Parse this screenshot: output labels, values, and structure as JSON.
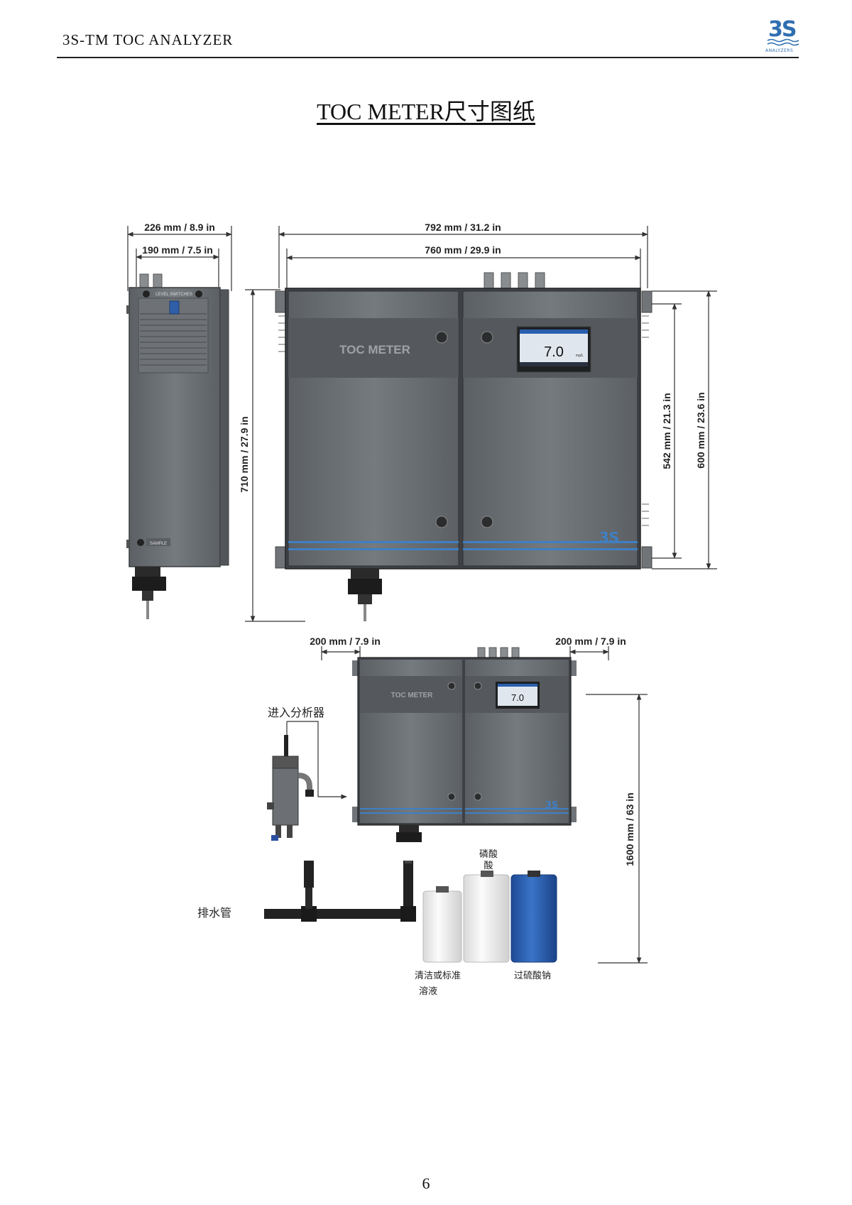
{
  "header": {
    "title": "3S-TM TOC ANALYZER",
    "logo_text": "3S",
    "logo_subtext": "ANALYZERS"
  },
  "document": {
    "title": "TOC METER尺寸图纸",
    "page_number": "6"
  },
  "dimensions": {
    "side_outer_width": "226 mm / 8.9 in",
    "side_inner_width": "190 mm / 7.5 in",
    "front_outer_width": "792 mm / 31.2 in",
    "front_inner_width": "760 mm / 29.9 in",
    "overall_height": "710 mm / 27.9 in",
    "inner_height": "542 mm / 21.3 in",
    "outer_height": "600 mm / 23.6 in",
    "left_clearance": "200 mm / 7.9 in",
    "right_clearance": "200 mm / 7.9 in",
    "mount_height": "1600 mm / 63 in"
  },
  "device": {
    "label": "TOC METER",
    "display_value": "7.0",
    "display_unit": "mg/L",
    "side_panel_label": "LEVEL SWITCHES",
    "sample_label": "SAMPLE",
    "brand": "3S"
  },
  "labels": {
    "inlet": "进入分析器",
    "drain": "排水管",
    "acid_line1": "磷酸",
    "acid_line2": "酸",
    "cleaning_line1": "清洁或标准",
    "cleaning_line2": "溶液",
    "persulfate": "过硫酸钠"
  },
  "colors": {
    "housing": "#6a6e72",
    "housing_dark": "#4e5256",
    "accent_blue": "#3f7fc4",
    "tank_blue": "#2a5fb0"
  }
}
